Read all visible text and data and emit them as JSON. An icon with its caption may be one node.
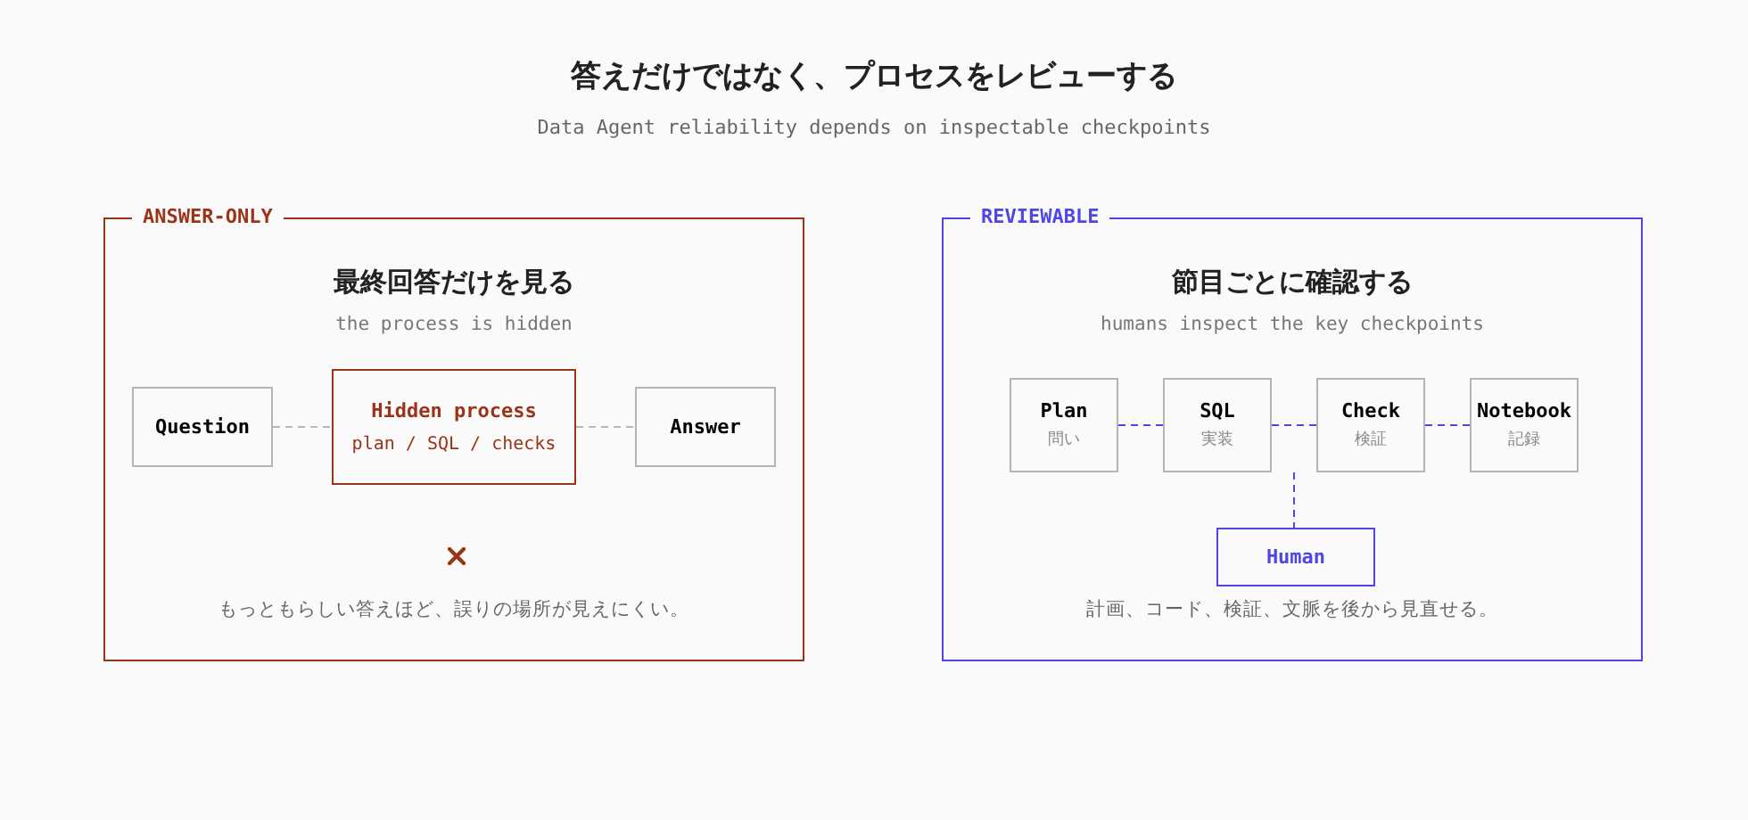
{
  "diagram": {
    "title": "答えだけではなく、プロセスをレビューする",
    "nodes": [
      {
        "text": [
          "ANSWER-ONLY",
          "最終回答だけを見る",
          "the process is hidden",
          "もっともらしい答えほど、誤りの場所が見えにくい。"
        ]
      },
      {
        "text": [
          "Question"
        ],
        "in": 0
      },
      {
        "text": [
          "Hidden process",
          "plan / SQL / checks"
        ],
        "in": 0
      },
      {
        "text": [
          "Answer"
        ],
        "in": 0
      },
      {
        "text": [
          "REVIEWABLE",
          "節目ごとに確認する",
          "humans inspect the key checkpoints",
          "計画、コード、検証、文脈を後から見直せる。"
        ]
      },
      {
        "text": [
          "Plan",
          "問い"
        ],
        "in": 4
      },
      {
        "text": [
          "SQL",
          "実装"
        ],
        "in": 4
      },
      {
        "text": [
          "Check",
          "検証"
        ],
        "in": 4
      },
      {
        "text": [
          "Notebook",
          "記録"
        ],
        "in": 4
      },
      {
        "text": [
          "Human"
        ],
        "in": 4
      }
    ],
    "edges": [
      {
        "from": 1,
        "to": 2,
        "arrow": "none",
        "style": "dashed",
        "color": "#b8b8b8"
      },
      {
        "from": 2,
        "to": 3,
        "arrow": "none",
        "style": "dashed",
        "color": "#b8b8b8"
      },
      {
        "from": 5,
        "to": 6,
        "arrow": "none",
        "style": "dashed"
      },
      {
        "from": 6,
        "to": 7,
        "arrow": "none",
        "style": "dashed"
      },
      {
        "from": 7,
        "to": 8,
        "arrow": "none",
        "style": "dashed"
      },
      {
        "from": null,
        "to": 9,
        "arrow": "none",
        "style": "dashed"
      }
    ],
    "labels": [
      "Data Agent reliability depends on inspectable checkpoints"
    ]
  }
}
